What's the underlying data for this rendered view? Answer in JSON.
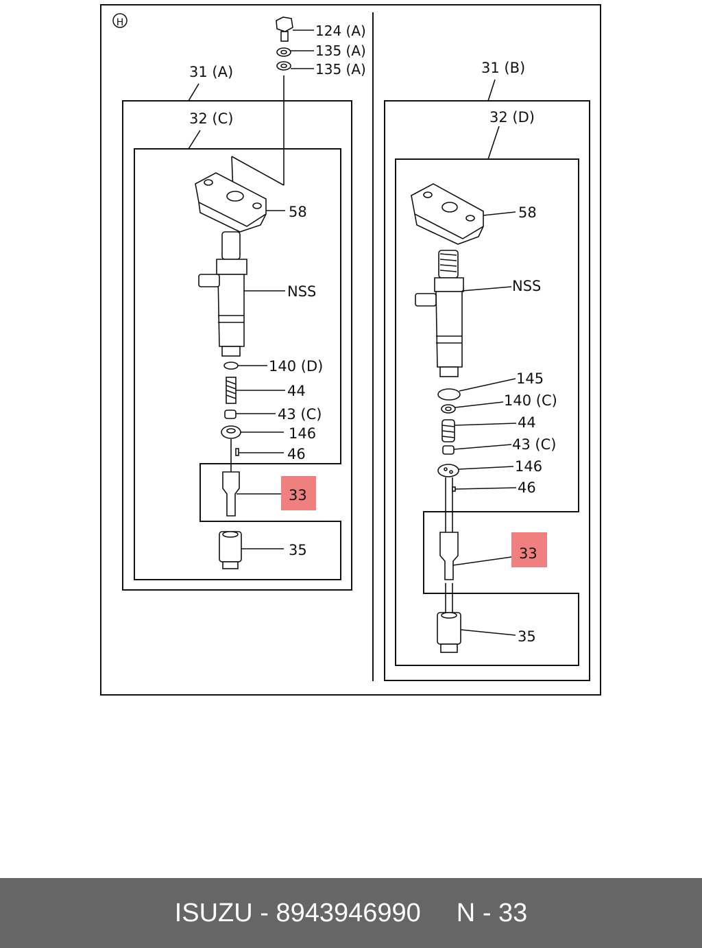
{
  "diagram": {
    "frame_marker": "H",
    "group_a": {
      "outer_label": "31 (A)",
      "inner_label": "32 (C)",
      "top_parts": [
        "124 (A)",
        "135 (A)",
        "135 (A)"
      ],
      "parts": [
        "58",
        "NSS",
        "140 (D)",
        "44",
        "43 (C)",
        "146",
        "46",
        "33",
        "35"
      ]
    },
    "group_b": {
      "outer_label": "31 (B)",
      "inner_label": "32 (D)",
      "parts": [
        "58",
        "NSS",
        "145",
        "140 (C)",
        "44",
        "43 (C)",
        "146",
        "46",
        "33",
        "35"
      ]
    },
    "highlight_color": "#f08080"
  },
  "footer": {
    "brand": "ISUZU",
    "separator": "-",
    "part_number": "8943946990",
    "ref_prefix": "N",
    "ref_number": "33"
  },
  "colors": {
    "footer_bg": "#666666",
    "line": "#111111"
  }
}
